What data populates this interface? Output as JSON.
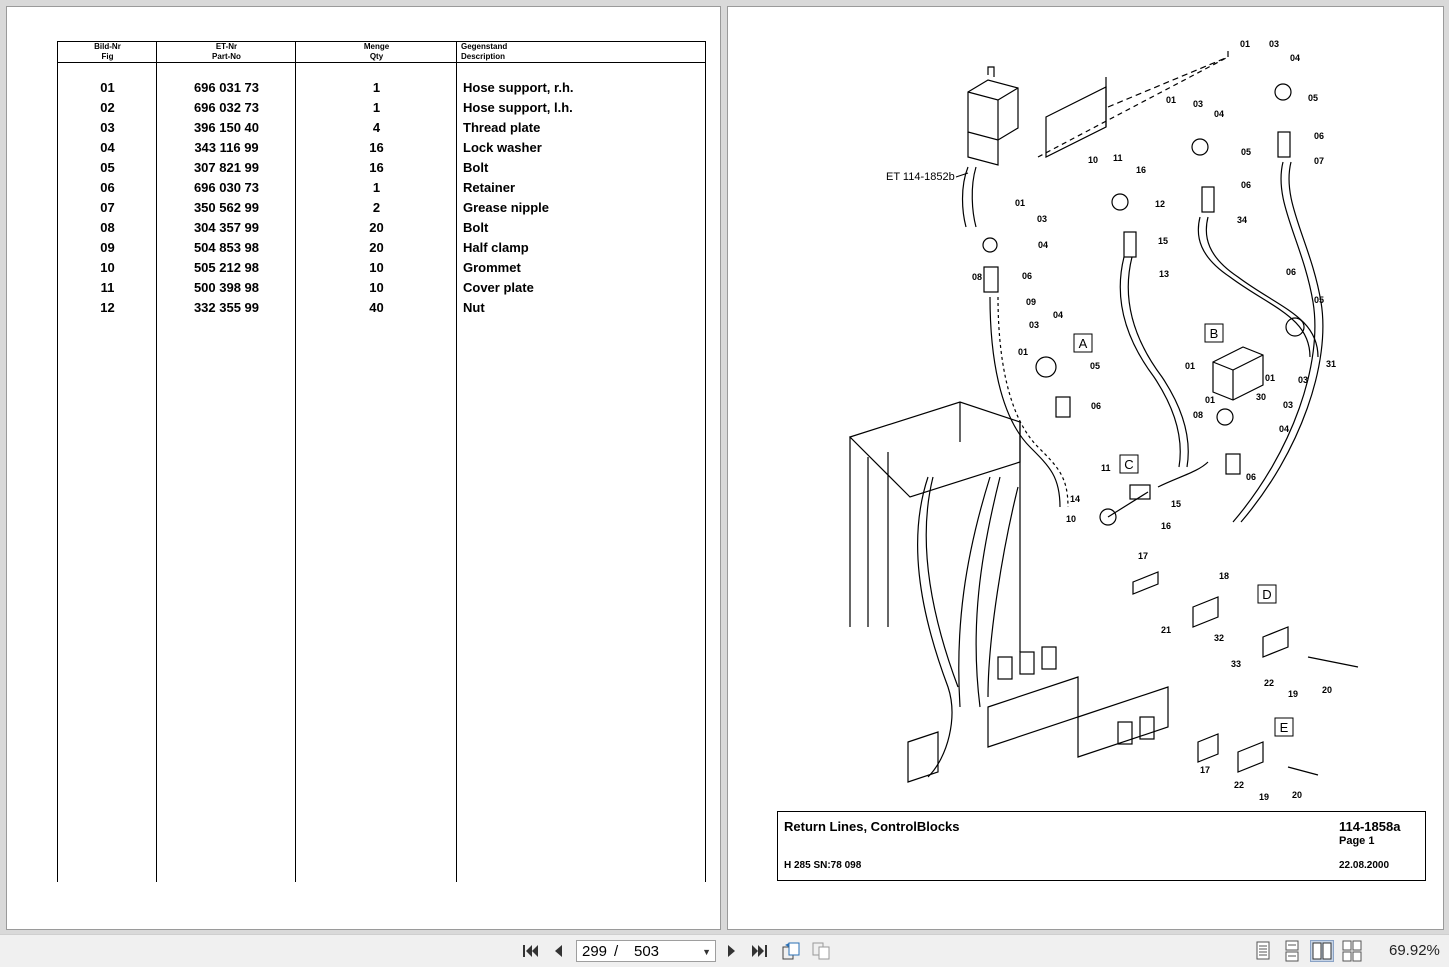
{
  "table": {
    "headers": {
      "fig_de": "Bild-Nr",
      "fig_en": "Fig",
      "part_de": "ET-Nr",
      "part_en": "Part-No",
      "qty_de": "Menge",
      "qty_en": "Qty",
      "desc_de": "Gegenstand",
      "desc_en": "Description"
    },
    "rows": [
      {
        "fig": "01",
        "part": "696 031 73",
        "qty": "1",
        "desc": "Hose support, r.h."
      },
      {
        "fig": "02",
        "part": "696 032 73",
        "qty": "1",
        "desc": "Hose support, l.h."
      },
      {
        "fig": "03",
        "part": "396 150 40",
        "qty": "4",
        "desc": "Thread plate"
      },
      {
        "fig": "04",
        "part": "343 116 99",
        "qty": "16",
        "desc": "Lock washer"
      },
      {
        "fig": "05",
        "part": "307 821 99",
        "qty": "16",
        "desc": "Bolt"
      },
      {
        "fig": "06",
        "part": "696 030 73",
        "qty": "1",
        "desc": "Retainer"
      },
      {
        "fig": "07",
        "part": "350 562 99",
        "qty": "2",
        "desc": "Grease nipple"
      },
      {
        "fig": "08",
        "part": "304 357 99",
        "qty": "20",
        "desc": "Bolt"
      },
      {
        "fig": "09",
        "part": "504 853 98",
        "qty": "20",
        "desc": "Half clamp"
      },
      {
        "fig": "10",
        "part": "505 212 98",
        "qty": "10",
        "desc": "Grommet"
      },
      {
        "fig": "11",
        "part": "500 398 98",
        "qty": "10",
        "desc": "Cover plate"
      },
      {
        "fig": "12",
        "part": "332 355 99",
        "qty": "40",
        "desc": "Nut"
      }
    ]
  },
  "diagram": {
    "ref_label": "ET 114-1852b",
    "detail_labels": [
      "A",
      "B",
      "C",
      "D",
      "E"
    ],
    "callouts": [
      "01",
      "03",
      "04",
      "05",
      "06",
      "07",
      "08",
      "09",
      "10",
      "11",
      "12",
      "13",
      "14",
      "15",
      "16",
      "17",
      "18",
      "19",
      "20",
      "21",
      "22",
      "30",
      "31",
      "32",
      "33",
      "34"
    ]
  },
  "titleblock": {
    "title": "Return Lines, ControlBlocks",
    "doc_no": "114-1858a",
    "page": "Page 1",
    "machine": "H 285 SN:78 098",
    "date": "22.08.2000"
  },
  "toolbar": {
    "current_page": "299",
    "separator": "/",
    "total_pages": "503",
    "zoom": "69.92%"
  },
  "icons": [
    "first-page-icon",
    "prev-page-icon",
    "next-page-icon",
    "last-page-icon",
    "page-dropdown-icon",
    "rotate-icon",
    "rotate-alt-icon",
    "single-page-view-icon",
    "continuous-view-icon",
    "two-page-view-icon",
    "two-page-continuous-view-icon"
  ]
}
